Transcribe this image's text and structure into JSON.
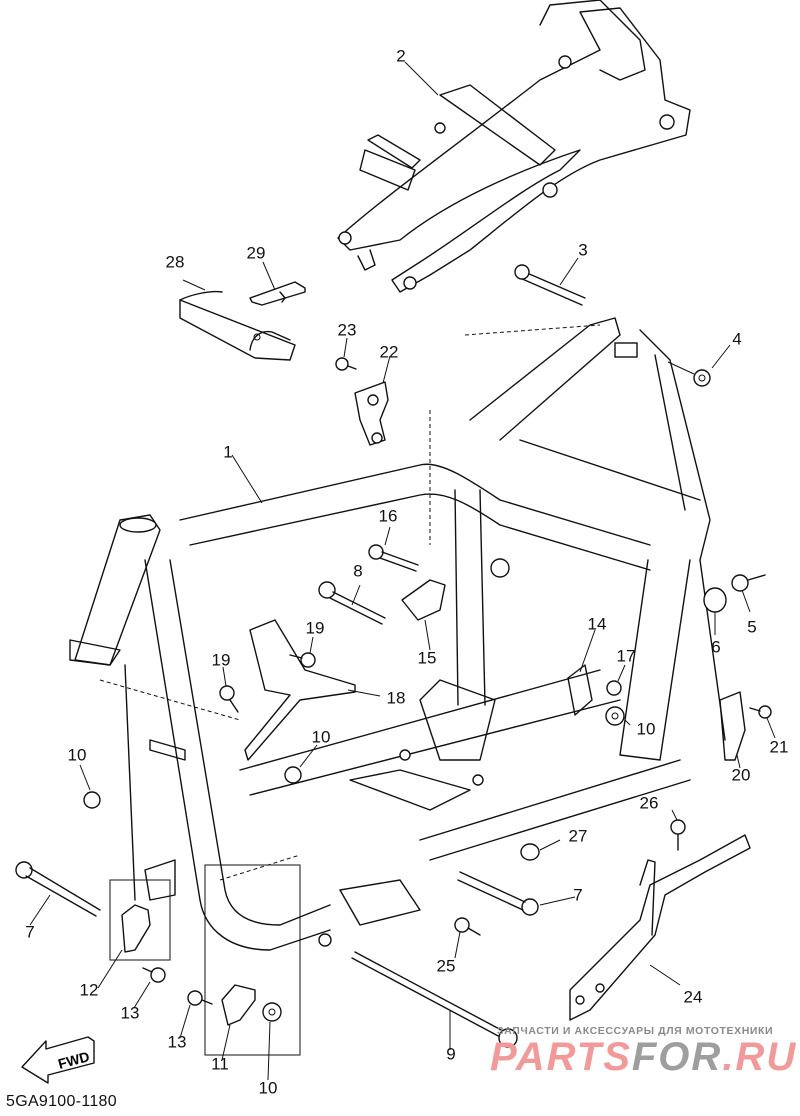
{
  "diagram": {
    "title_code": "5GA9100-1180",
    "direction_marker": "FWD",
    "watermark": {
      "tagline": "ЗАПЧАСТИ И АКСЕССУАРЫ ДЛЯ МОТОТЕХНИКИ",
      "brand_part1": "PARTS",
      "brand_part2": "FOR",
      "brand_part3": ".RU",
      "brand_color_primary": "#f29a9a",
      "brand_color_secondary": "#9e9e9e"
    },
    "callouts": [
      {
        "id": "c1",
        "number": "1"
      },
      {
        "id": "c2",
        "number": "2"
      },
      {
        "id": "c3",
        "number": "3"
      },
      {
        "id": "c4",
        "number": "4"
      },
      {
        "id": "c5",
        "number": "5"
      },
      {
        "id": "c6",
        "number": "6"
      },
      {
        "id": "c7a",
        "number": "7"
      },
      {
        "id": "c7b",
        "number": "7"
      },
      {
        "id": "c8",
        "number": "8"
      },
      {
        "id": "c9",
        "number": "9"
      },
      {
        "id": "c10a",
        "number": "10"
      },
      {
        "id": "c10b",
        "number": "10"
      },
      {
        "id": "c10c",
        "number": "10"
      },
      {
        "id": "c10d",
        "number": "10"
      },
      {
        "id": "c11",
        "number": "11"
      },
      {
        "id": "c12",
        "number": "12"
      },
      {
        "id": "c13a",
        "number": "13"
      },
      {
        "id": "c13b",
        "number": "13"
      },
      {
        "id": "c14",
        "number": "14"
      },
      {
        "id": "c15",
        "number": "15"
      },
      {
        "id": "c16",
        "number": "16"
      },
      {
        "id": "c17",
        "number": "17"
      },
      {
        "id": "c18",
        "number": "18"
      },
      {
        "id": "c19a",
        "number": "19"
      },
      {
        "id": "c19b",
        "number": "19"
      },
      {
        "id": "c20",
        "number": "20"
      },
      {
        "id": "c21",
        "number": "21"
      },
      {
        "id": "c22",
        "number": "22"
      },
      {
        "id": "c23",
        "number": "23"
      },
      {
        "id": "c24",
        "number": "24"
      },
      {
        "id": "c25",
        "number": "25"
      },
      {
        "id": "c26",
        "number": "26"
      },
      {
        "id": "c27",
        "number": "27"
      },
      {
        "id": "c28",
        "number": "28"
      },
      {
        "id": "c29",
        "number": "29"
      }
    ]
  }
}
